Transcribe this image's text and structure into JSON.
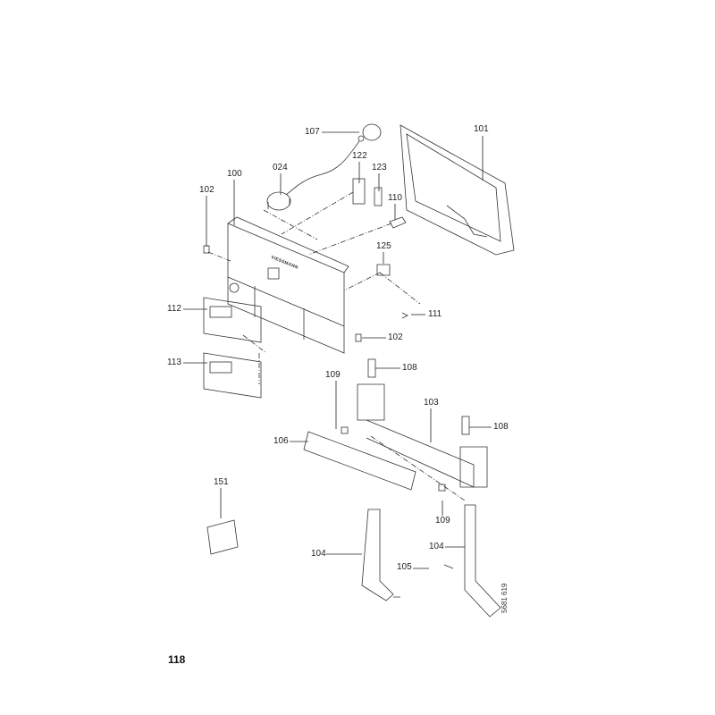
{
  "page_number": "118",
  "document_number": "5681 619",
  "brand_logo_text": "VIESSMANN",
  "labels": {
    "p107": "107",
    "p101": "101",
    "p024": "024",
    "p122": "122",
    "p123": "123",
    "p100": "100",
    "p102a": "102",
    "p110": "110",
    "p125": "125",
    "p112": "112",
    "p111": "111",
    "p102b": "102",
    "p113": "113",
    "p109a": "109",
    "p108a": "108",
    "p103": "103",
    "p108b": "108",
    "p106": "106",
    "p151": "151",
    "p109b": "109",
    "p104a": "104",
    "p105": "105",
    "p104b": "104"
  }
}
